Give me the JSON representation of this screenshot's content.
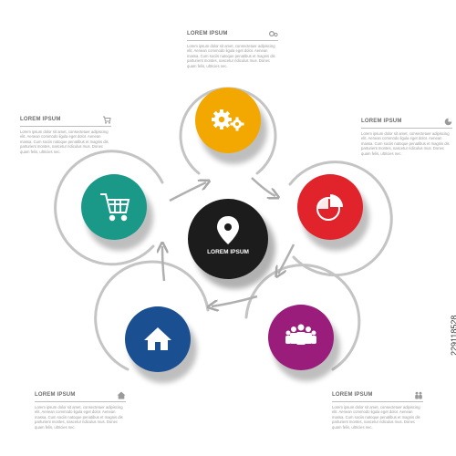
{
  "center": {
    "label": "LOREM IPSUM",
    "color": "#1c1c1c",
    "icon": "location-pin-icon"
  },
  "steps": [
    {
      "id": "gears",
      "color": "#f2a800",
      "icon": "gears-icon"
    },
    {
      "id": "chart",
      "color": "#e1242c",
      "icon": "pie-chart-icon"
    },
    {
      "id": "team",
      "color": "#9a1d7c",
      "icon": "people-icon"
    },
    {
      "id": "home",
      "color": "#1a4f92",
      "icon": "house-icon"
    },
    {
      "id": "cart",
      "color": "#1b9988",
      "icon": "shopping-cart-icon"
    }
  ],
  "text_blocks": [
    {
      "id": "top",
      "title": "LOREM IPSUM",
      "icon": "gears-icon",
      "body": "Lorem ipsum dolor sit amet, consectetuer adipiscing elit. Aenean commodo ligula eget dolor. Aenean massa. Cum sociis natoque penatibus et magnis dis parturient montes, nascetur ridiculus mus. Donec quam felis, ultricies nec."
    },
    {
      "id": "upper-left",
      "title": "LOREM IPSUM",
      "icon": "shopping-cart-icon",
      "body": "Lorem ipsum dolor sit amet, consectetuer adipiscing elit. Aenean commodo ligula eget dolor. Aenean massa. Cum sociis natoque penatibus et magnis dis parturient montes, nascetur ridiculus mus. Donec quam felis, ultricies nec."
    },
    {
      "id": "upper-right",
      "title": "LOREM IPSUM",
      "icon": "pie-chart-icon",
      "body": "Lorem ipsum dolor sit amet, consectetuer adipiscing elit. Aenean commodo ligula eget dolor. Aenean massa. Cum sociis natoque penatibus et magnis dis parturient montes, nascetur ridiculus mus. Donec quam felis, ultricies nec."
    },
    {
      "id": "lower-left",
      "title": "LOREM IPSUM",
      "icon": "house-icon",
      "body": "Lorem ipsum dolor sit amet, consectetuer adipiscing elit. Aenean commodo ligula eget dolor. Aenean massa. Cum sociis natoque penatibus et magnis dis parturient montes, nascetur ridiculus mus. Donec quam felis, ultricies nec."
    },
    {
      "id": "lower-right",
      "title": "LOREM IPSUM",
      "icon": "people-icon",
      "body": "Lorem ipsum dolor sit amet, consectetuer adipiscing elit. Aenean commodo ligula eget dolor. Aenean massa. Cum sociis natoque penatibus et magnis dis parturient montes, nascetur ridiculus mus. Donec quam felis, ultricies nec."
    }
  ],
  "watermark": "229118528"
}
